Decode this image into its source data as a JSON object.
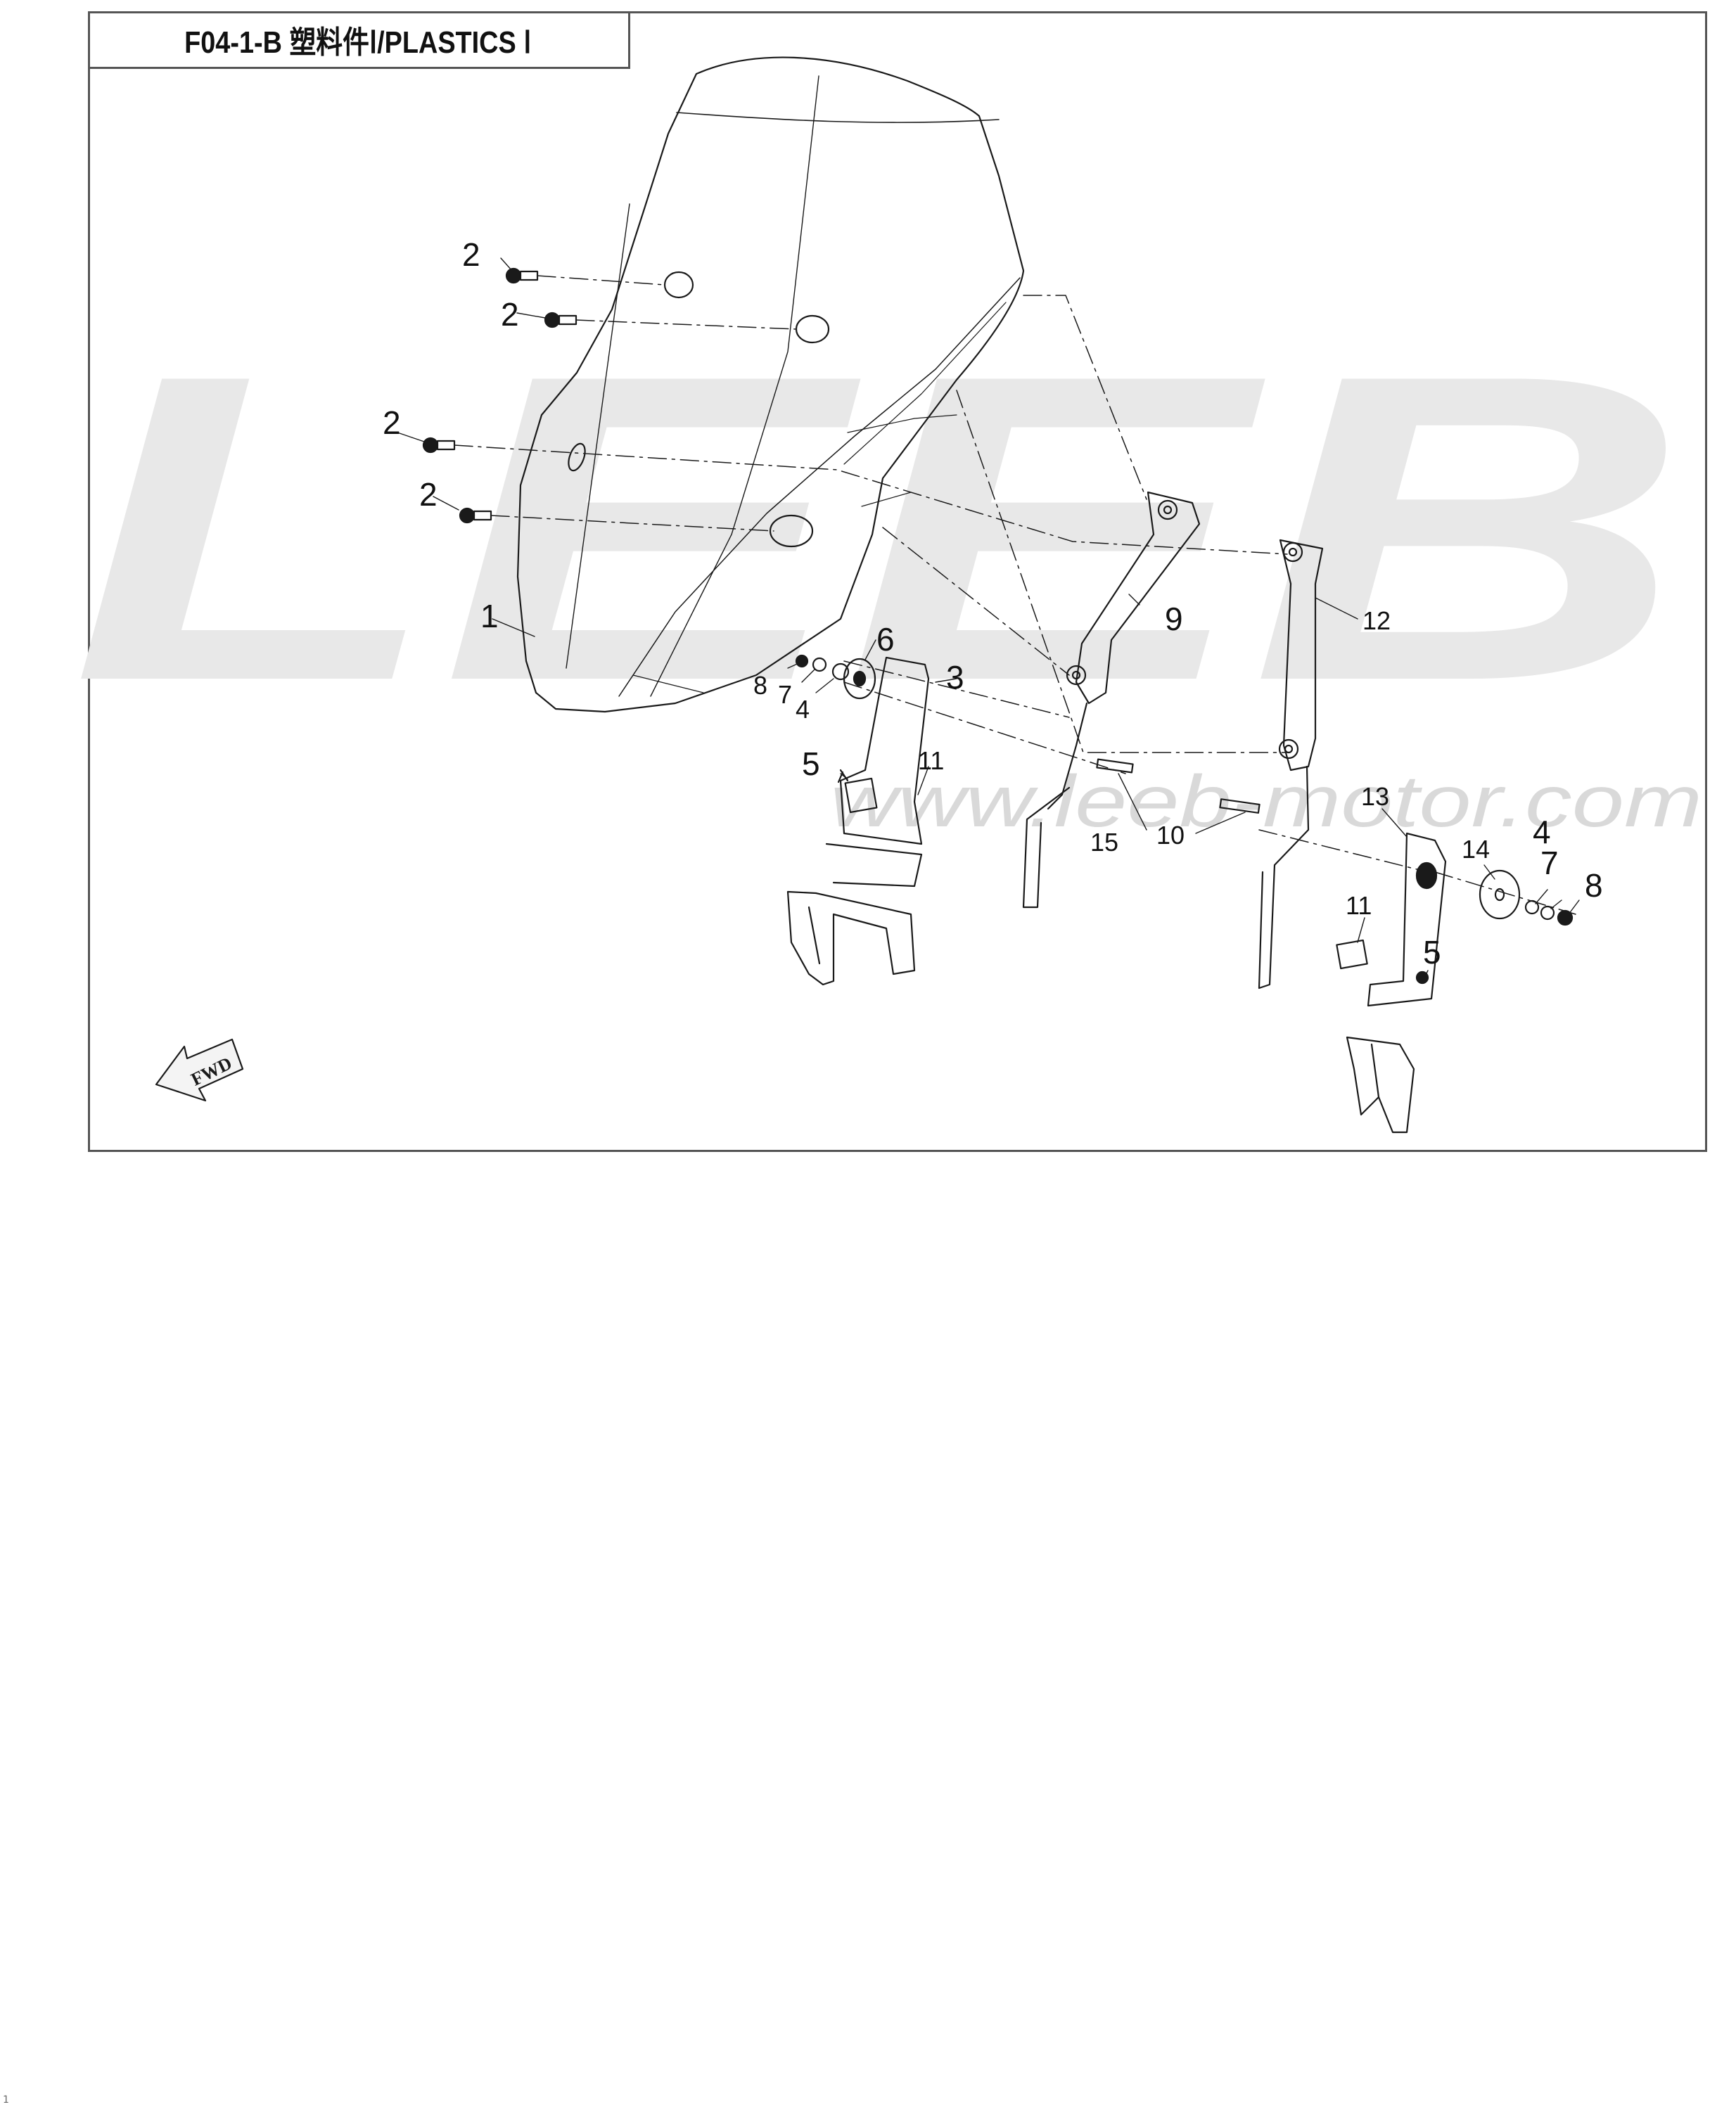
{
  "title": "F04-1-B 塑料件Ⅰ/PLASTICS Ⅰ",
  "watermark": {
    "logo_text": "LEEB",
    "url_text": "www.leeb-motor.com"
  },
  "fwd_label": "FWD",
  "callouts": [
    "1",
    "2",
    "2",
    "2",
    "2",
    "3",
    "4",
    "4",
    "5",
    "5",
    "6",
    "7",
    "7",
    "8",
    "8",
    "9",
    "10",
    "11",
    "11",
    "12",
    "13",
    "14",
    "15"
  ],
  "page_number": "1",
  "colors": {
    "line": "#1a1a1a",
    "watermark": "#e3e3e3",
    "frame": "#555555"
  }
}
